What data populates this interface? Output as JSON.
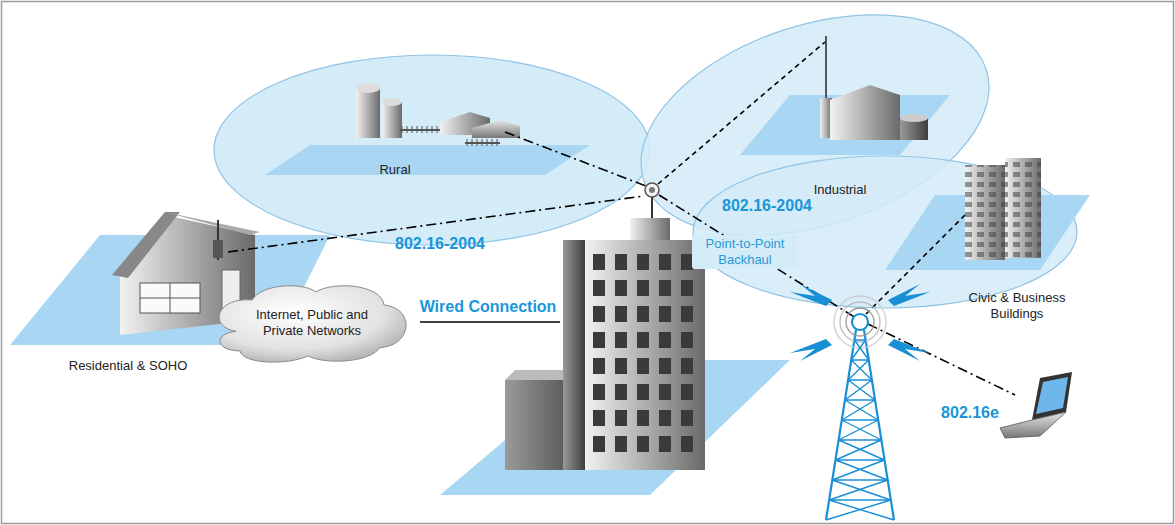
{
  "diagram": {
    "nodes": [
      {
        "text": [
          "Rural"
        ]
      },
      {
        "text": [
          "Industrial"
        ]
      },
      {
        "text": [
          "Civic & Business Buildings"
        ]
      },
      {
        "text": [
          "Residential & SOHO"
        ]
      },
      {
        "text": [
          "Internet, Public and Private Networks"
        ]
      }
    ],
    "labels": [
      "802.16-2004",
      "802.16-2004",
      "Point-to-Point Backhaul",
      "Wired Connection",
      "802.16e"
    ]
  }
}
